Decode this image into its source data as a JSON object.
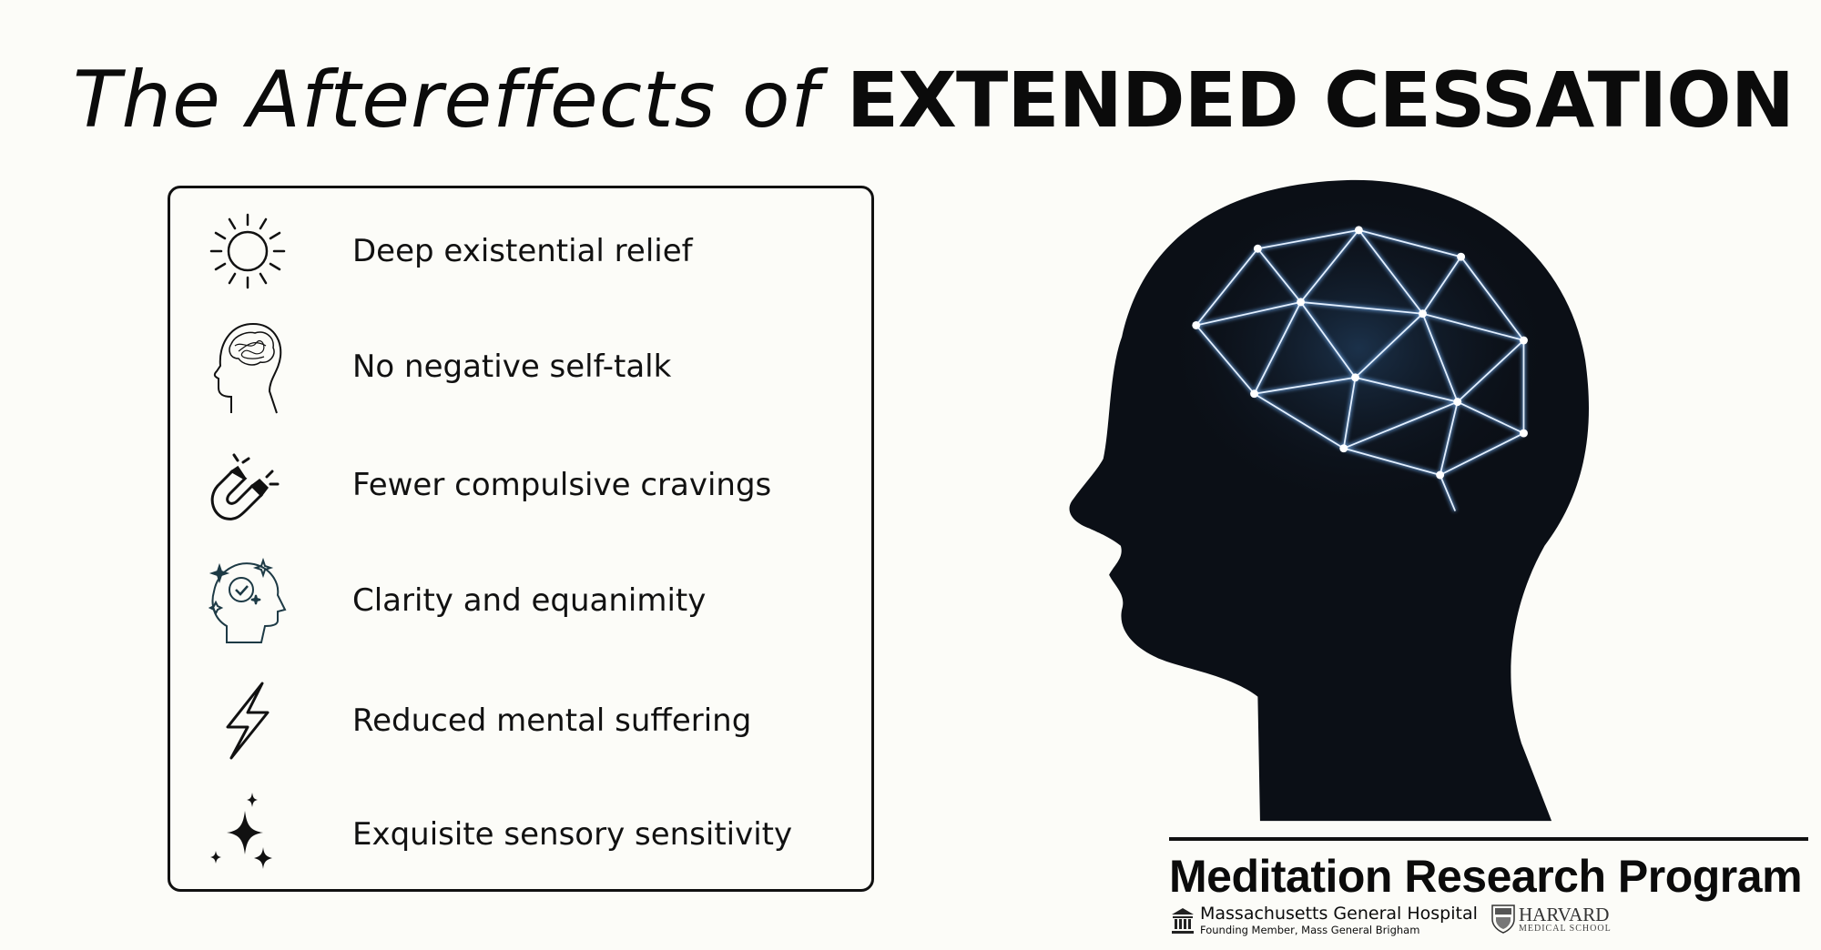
{
  "title": {
    "italic_part": "The Aftereffects of",
    "bold_part": "EXTENDED CESSATION"
  },
  "effects": [
    {
      "icon": "sun-icon",
      "label": "Deep existential relief"
    },
    {
      "icon": "tangled-thoughts-head-icon",
      "label": "No negative self-talk"
    },
    {
      "icon": "magnet-icon",
      "label": "Fewer compulsive cravings"
    },
    {
      "icon": "clear-mind-head-icon",
      "label": "Clarity and equanimity"
    },
    {
      "icon": "lightning-bolt-icon",
      "label": "Reduced mental suffering"
    },
    {
      "icon": "sparkles-icon",
      "label": "Exquisite sensory sensitivity"
    }
  ],
  "footer": {
    "program": "Meditation Research Program",
    "mgh_name": "Massachusetts General Hospital",
    "mgh_sub": "Founding Member, Mass General Brigham",
    "harvard_name": "HARVARD",
    "harvard_sub": "MEDICAL SCHOOL"
  },
  "colors": {
    "background": "#fcfcf8",
    "text": "#0b0b0b",
    "accent_teal": "#1d3a45",
    "glow": "#cfe6ff"
  }
}
